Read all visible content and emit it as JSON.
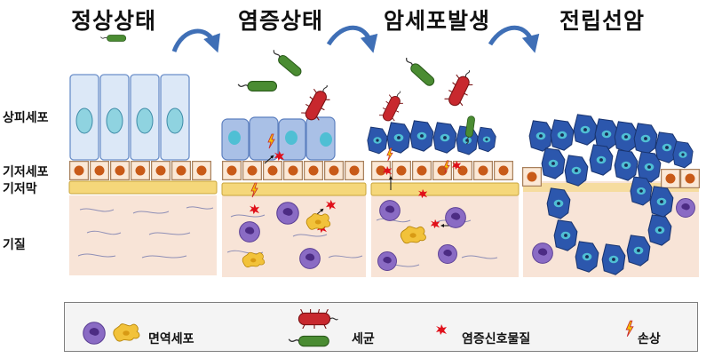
{
  "stages": [
    {
      "title": "정상상태"
    },
    {
      "title": "염증상태"
    },
    {
      "title": "암세포발생"
    },
    {
      "title": "전립선암"
    }
  ],
  "tissue_labels": {
    "epithelial": "상피세포",
    "basal_cell": "기저세포",
    "basement_membrane": "기저막",
    "stroma": "기질"
  },
  "legend": {
    "immune_cell": "면역세포",
    "bacteria": "세균",
    "inflammatory_signal": "염증신호물질",
    "damage": "손상"
  },
  "colors": {
    "epithelium_normal": "#dce8f7",
    "nucleus_normal": "#8fd3e0",
    "epithelium_inflamed": "#a9c0e6",
    "cancer_cell": "#2c57ad",
    "basal_nucleus": "#c85a18",
    "basement_membrane": "#f5d77a",
    "stroma": "#f8e4d7",
    "immune_cell": "#8a6bc4",
    "macrophage": "#f2c23a",
    "bacteria_red": "#c8282e",
    "bacteria_green": "#4a8c32",
    "arrow": "#3f6fb6"
  }
}
